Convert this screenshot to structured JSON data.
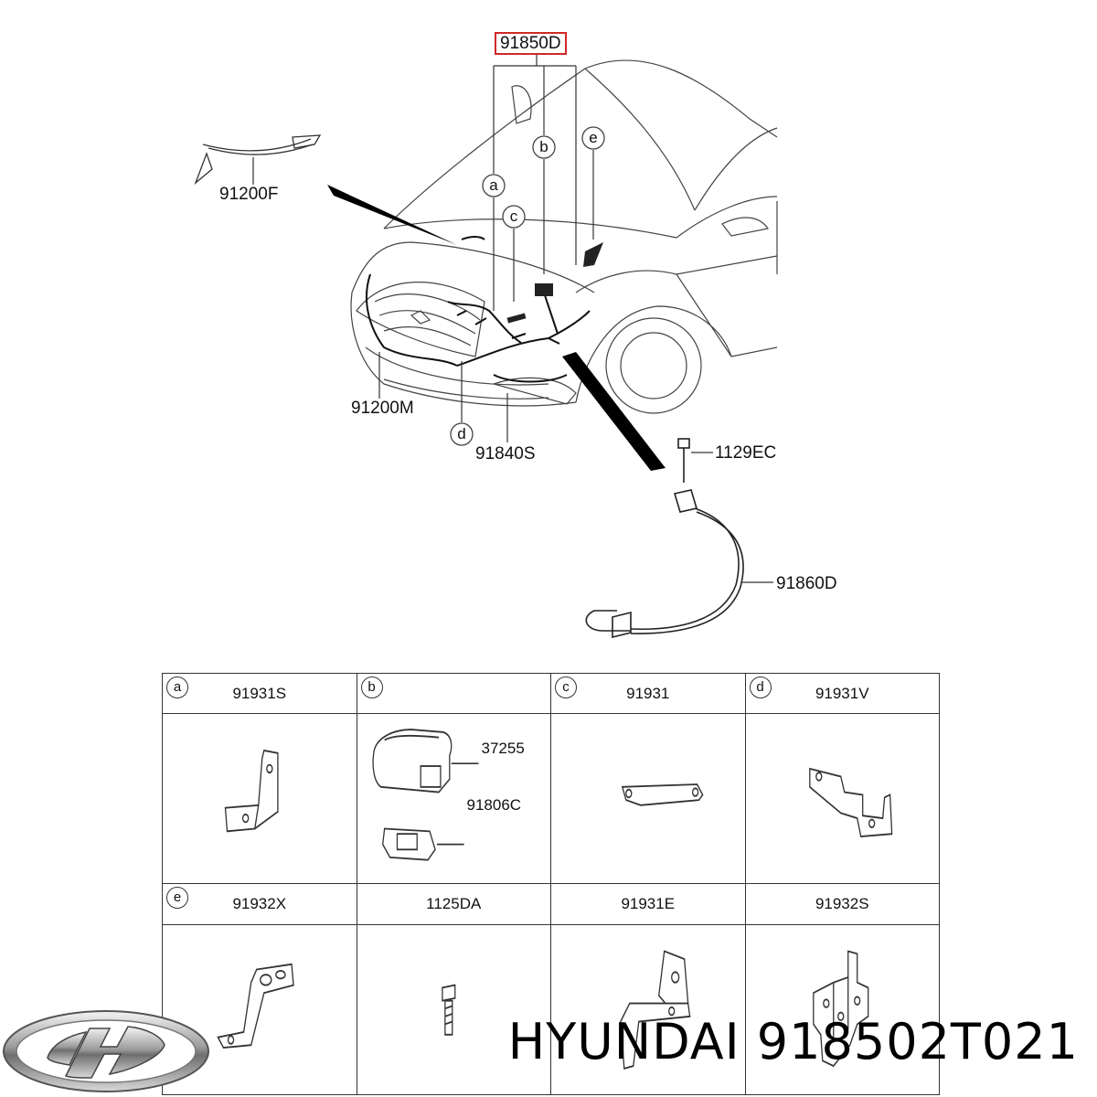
{
  "callouts": {
    "main": "91850D",
    "c91200F": "91200F",
    "c91200M": "91200M",
    "c91840S": "91840S",
    "c1129EC": "1129EC",
    "c91860D": "91860D"
  },
  "letters": [
    "a",
    "b",
    "c",
    "d",
    "e"
  ],
  "table": {
    "row1": [
      {
        "letter": "a",
        "part": "91931S"
      },
      {
        "letter": "b",
        "part": "",
        "sub_parts": [
          "37255",
          "91806C"
        ]
      },
      {
        "letter": "c",
        "part": "91931"
      },
      {
        "letter": "d",
        "part": "91931V"
      }
    ],
    "row2": [
      {
        "letter": "e",
        "part": "91932X"
      },
      {
        "letter": "",
        "part": "1125DA"
      },
      {
        "letter": "",
        "part": "91931E"
      },
      {
        "letter": "",
        "part": "91932S"
      }
    ]
  },
  "brand": {
    "text": "HYUNDAI 918502T021",
    "logo_icon": "hyundai-logo-icon"
  }
}
